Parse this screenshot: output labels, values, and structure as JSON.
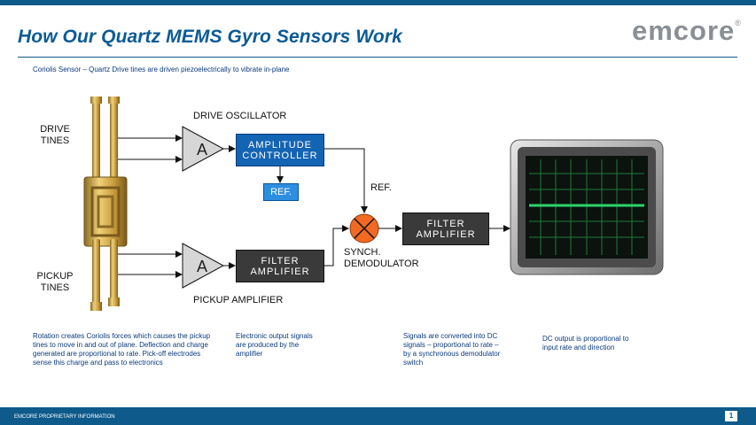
{
  "header": {
    "title": "How Our Quartz MEMS Gyro Sensors Work",
    "logo_text": "emcore",
    "logo_mark": "®",
    "subtitle": "Coriolis Sensor – Quartz Drive tines are driven piezoelectrically to vibrate in-plane"
  },
  "diagram": {
    "drive_tines": "DRIVE\nTINES",
    "pickup_tines": "PICKUP\nTINES",
    "drive_oscillator": "DRIVE OSCILLATOR",
    "amp_symbol_top": "A",
    "amp_symbol_bottom": "A",
    "amplitude_controller": "AMPLITUDE\nCONTROLLER",
    "ref_box": "REF.",
    "ref_label": "REF.",
    "filter_amplifier_1": "FILTER\nAMPLIFIER",
    "filter_amplifier_2": "FILTER\nAMPLIFIER",
    "synch_demodulator": "SYNCH.\nDEMODULATOR",
    "pickup_amplifier": "PICKUP AMPLIFIER"
  },
  "notes": {
    "rotation": "Rotation creates Coriolis forces which causes the pickup tines to move in and out of plane. Deflection and charge generated are proportional to rate. Pick-off electrodes sense this charge and pass to electronics",
    "electronic": "Electronic output signals are produced by the amplifier",
    "signals": "Signals are converted into DC signals – proportional to rate – by a synchronous demodulator switch",
    "dc_output": "DC output is proportional to input rate and direction"
  },
  "footer": {
    "text": "EMCORE PROPRIETARY INFORMATION",
    "page": "1"
  },
  "colors": {
    "brand_blue": "#0e5a8a",
    "title_blue": "#0a5b95",
    "controller_blue": "#1464b4",
    "ref_blue": "#2d8ee0",
    "filter_gray": "#3a3a3a",
    "mixer_orange": "#f26a21",
    "scope_trace": "#2bd46a",
    "tines_gold": "#c8a24a"
  }
}
